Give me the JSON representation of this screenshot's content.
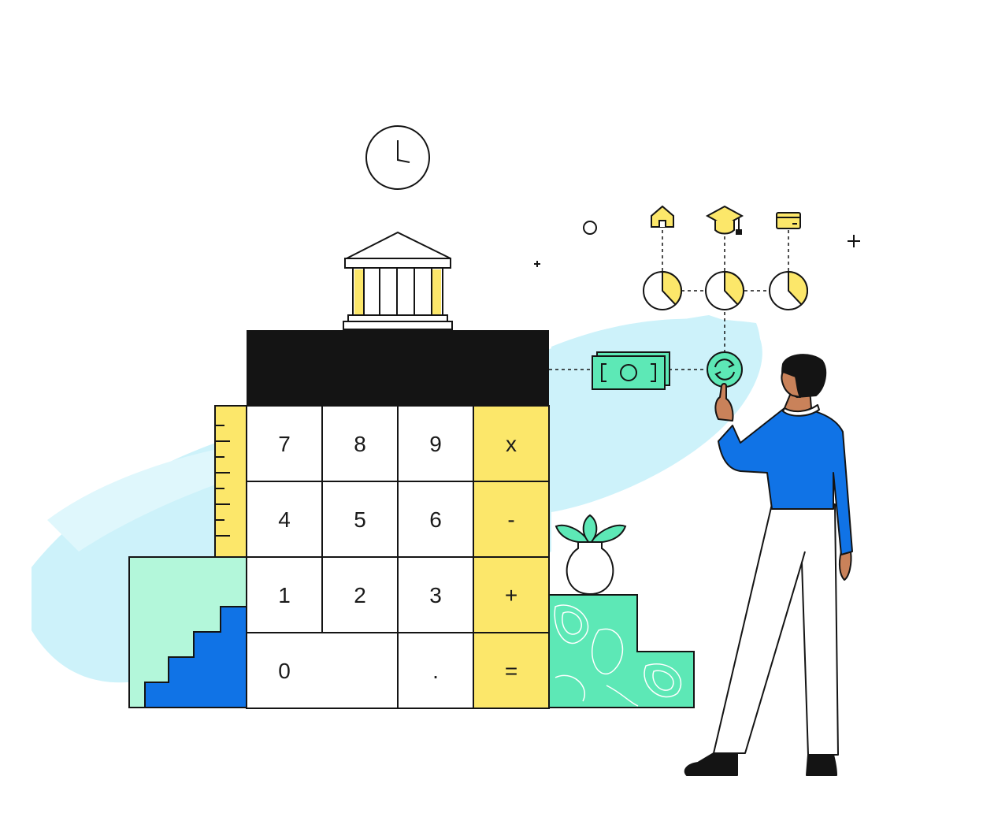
{
  "illustration": {
    "colors": {
      "ink": "#141414",
      "yellow": "#fce76a",
      "mint": "#5de8b6",
      "mint_light": "#b3f7da",
      "blue": "#1073e6",
      "sky_brush": "#cdf2fa",
      "skin": "#c9825a",
      "paper": "#ffffff"
    },
    "calculator": {
      "keys": [
        [
          "7",
          "8",
          "9",
          "x"
        ],
        [
          "4",
          "5",
          "6",
          "-"
        ],
        [
          "1",
          "2",
          "3",
          "+"
        ],
        [
          "0",
          ".",
          "="
        ]
      ]
    },
    "icons": [
      "clock-icon",
      "bank-building-icon",
      "house-icon",
      "graduation-cap-icon",
      "credit-card-icon",
      "pie-chart-icon",
      "banknote-icon",
      "refresh-icon",
      "plant-vase-icon",
      "staircase-icon",
      "ruler-icon",
      "plus-sparkle-icon"
    ],
    "pie_fills": [
      0.38,
      0.38,
      0.38
    ]
  }
}
